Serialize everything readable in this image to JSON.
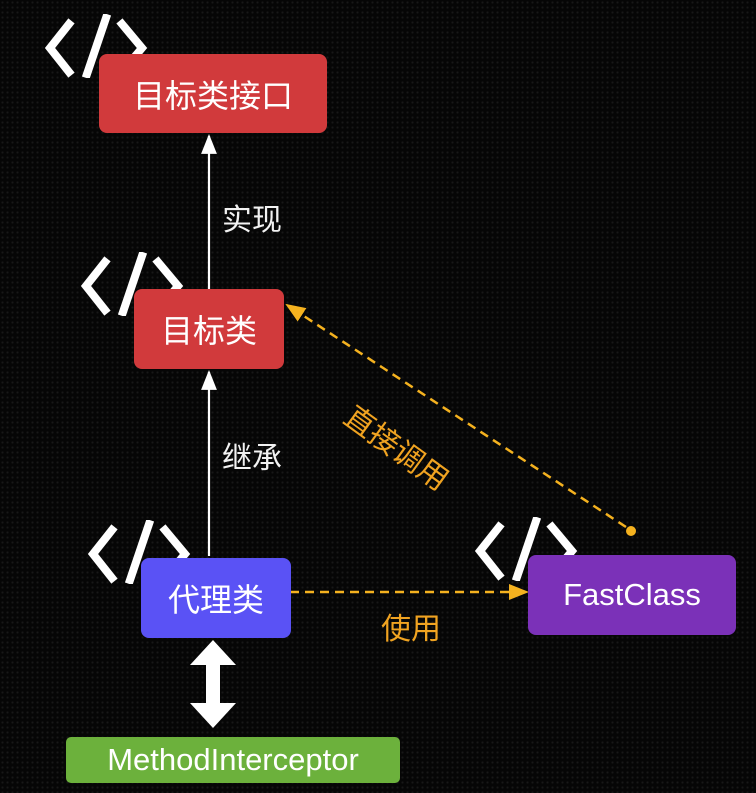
{
  "colors": {
    "background": "#060606",
    "target_node": "#d13a3c",
    "proxy_node": "#5a52f5",
    "fastclass_node": "#7b31b8",
    "interceptor_node": "#6cb13c",
    "solid_arrow": "#ffffff",
    "dashed_arrow": "#f5b21f",
    "edge_label_orange": "#f0a321"
  },
  "nodes": {
    "interface": {
      "label": "目标类接口",
      "icon": "code-brackets-icon"
    },
    "target": {
      "label": "目标类",
      "icon": "code-brackets-icon"
    },
    "proxy": {
      "label": "代理类",
      "icon": "code-brackets-icon"
    },
    "fastclass": {
      "label": "FastClass",
      "icon": "code-brackets-icon"
    },
    "interceptor": {
      "label": "MethodInterceptor"
    }
  },
  "edges": {
    "implements": {
      "label": "实现",
      "from": "目标类",
      "to": "目标类接口",
      "style": "solid"
    },
    "inherits": {
      "label": "继承",
      "from": "代理类",
      "to": "目标类",
      "style": "solid"
    },
    "uses": {
      "label": "使用",
      "from": "代理类",
      "to": "FastClass",
      "style": "dashed"
    },
    "direct_call": {
      "label": "直接调用",
      "from": "FastClass",
      "to": "目标类",
      "style": "dashed"
    },
    "bidirectional": {
      "from": "代理类",
      "to": "MethodInterceptor",
      "style": "double-headed"
    }
  }
}
